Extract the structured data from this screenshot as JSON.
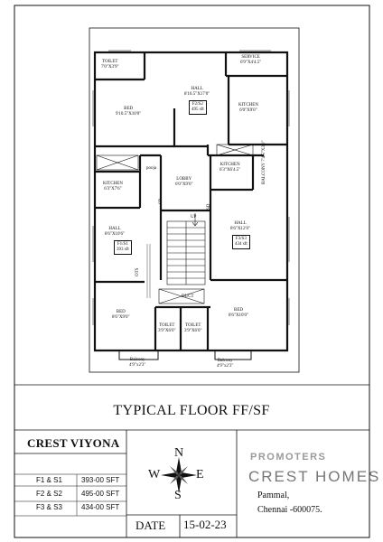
{
  "sheet": {
    "title": "TYPICAL FLOOR FF/SF",
    "project_name": "CREST VIYONA",
    "areas": [
      {
        "unit": "F1 & S1",
        "area": "393-00 SFT"
      },
      {
        "unit": "F2 & S2",
        "area": "495-00 SFT"
      },
      {
        "unit": "F3 & S3",
        "area": "434-00 SFT"
      }
    ],
    "promoters_label": "PROMOTERS",
    "promoter_name": "CREST HOMES",
    "address_line1": "Pammal,",
    "address_line2": "Chennai -600075.",
    "date_label": "DATE",
    "date_value": "15-02-23"
  },
  "compass": {
    "n": "N",
    "s": "S",
    "e": "E",
    "w": "W"
  },
  "plan": {
    "rooms": {
      "toilet_top": {
        "name": "TOILET",
        "dims": "7'0\"X3'9\""
      },
      "service": {
        "name": "SERVICE",
        "dims": "6'9\"X4'4.5\""
      },
      "hall_f2": {
        "name": "HALL",
        "dims": "8'10.5\"X17'0\""
      },
      "bed_f2": {
        "name": "BED",
        "dims": "9'10.5\"X10'0\""
      },
      "kitchen_f2": {
        "name": "KITCHEN",
        "dims": "6'0\"X9'0\""
      },
      "kitchen_f3": {
        "name": "KITCHEN",
        "dims": "6'3\"X6'4.5\""
      },
      "balcony_f3": {
        "name": "BALCONY",
        "dims": "7'4.5\"X3'0\""
      },
      "pooja": {
        "name": "pooja"
      },
      "lobby": {
        "name": "LOBBY",
        "dims": "6'0\"X9'0\""
      },
      "kitchen_f1": {
        "name": "KITCHEN",
        "dims": "6'3\"X7'6\""
      },
      "hall_f1": {
        "name": "HALL",
        "dims": "8'6\"X10'6\""
      },
      "hall_f3": {
        "name": "HALL",
        "dims": "8'6\"X12'0\""
      },
      "bed_f1": {
        "name": "BED",
        "dims": "8'6\"X9'0\""
      },
      "bed_f3": {
        "name": "BED",
        "dims": "8'6\"X10'0\""
      },
      "toilet_f1": {
        "name": "TOILET",
        "dims": "3'9\"X6'0\""
      },
      "toilet_f3": {
        "name": "TOILET",
        "dims": "3'9\"X6'0\""
      },
      "balcony_f1": {
        "name": "Balcony",
        "dims": "4'9\"x2'3\""
      },
      "balcony_f3b": {
        "name": "Balcony",
        "dims": "4'9\"x2'3\""
      }
    },
    "area_tags": {
      "f2": {
        "unit": "F2/S2",
        "area": "495 sft"
      },
      "f1": {
        "unit": "F1/S1",
        "area": "393 sft"
      },
      "f3": {
        "unit": "F3/S3",
        "area": "434 sft"
      }
    },
    "labels": {
      "up": "UP",
      "ots": "OTS",
      "duct": "DUCT",
      "door_a": "SD",
      "door_b": "SD"
    }
  }
}
